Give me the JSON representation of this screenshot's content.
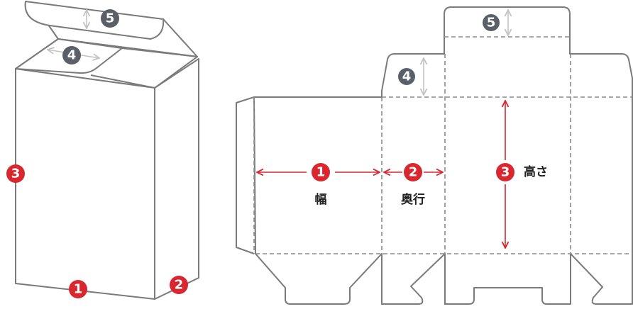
{
  "colors": {
    "dimension_red": "#d9262f",
    "marker_gray": "#5a6068",
    "line": "#7a7a7a"
  },
  "markers": {
    "one": "1",
    "two": "2",
    "three": "3",
    "four": "4",
    "five": "5"
  },
  "labels": {
    "width": "幅",
    "depth": "奥行",
    "height": "高さ"
  }
}
